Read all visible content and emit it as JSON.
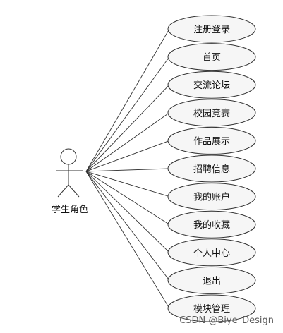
{
  "actor": {
    "label": "学生角色"
  },
  "use_cases": [
    {
      "label": "注册登录"
    },
    {
      "label": "首页"
    },
    {
      "label": "交流论坛"
    },
    {
      "label": "校园竞赛"
    },
    {
      "label": "作品展示"
    },
    {
      "label": "招聘信息"
    },
    {
      "label": "我的账户"
    },
    {
      "label": "我的收藏"
    },
    {
      "label": "个人中心"
    },
    {
      "label": "退出"
    },
    {
      "label": "模块管理"
    }
  ],
  "watermark": "CSDN @Biye_Design"
}
